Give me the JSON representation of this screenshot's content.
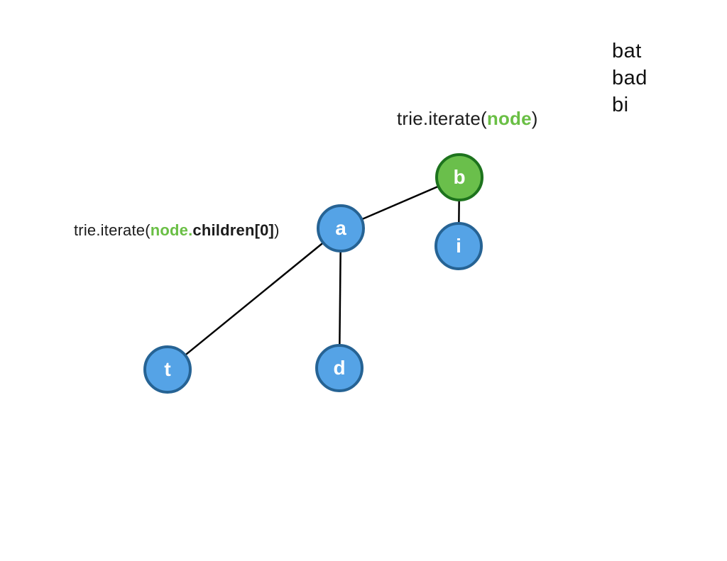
{
  "diagram": {
    "word_list": [
      "bat",
      "bad",
      "bi"
    ],
    "code_label_top": {
      "prefix": "trie.iterate(",
      "highlight": "node",
      "suffix": ")"
    },
    "code_label_left": {
      "prefix": "trie.iterate(",
      "highlight": "node.",
      "bold": "children[0]",
      "suffix": ")"
    },
    "nodes": [
      {
        "id": "b",
        "letter": "b",
        "state": "active"
      },
      {
        "id": "i",
        "letter": "i",
        "state": "default"
      },
      {
        "id": "a",
        "letter": "a",
        "state": "default"
      },
      {
        "id": "t",
        "letter": "t",
        "state": "default"
      },
      {
        "id": "d",
        "letter": "d",
        "state": "default"
      }
    ],
    "edges": [
      {
        "from": "b",
        "to": "a"
      },
      {
        "from": "b",
        "to": "i"
      },
      {
        "from": "a",
        "to": "t"
      },
      {
        "from": "a",
        "to": "d"
      }
    ],
    "colors": {
      "node_fill": "#55a3e6",
      "node_border": "#266394",
      "node_active_fill": "#6abf4b",
      "node_active_border": "#1d731d",
      "code_highlight": "#6abf45",
      "edge": "#000000",
      "text": "#1c1c1c"
    }
  }
}
